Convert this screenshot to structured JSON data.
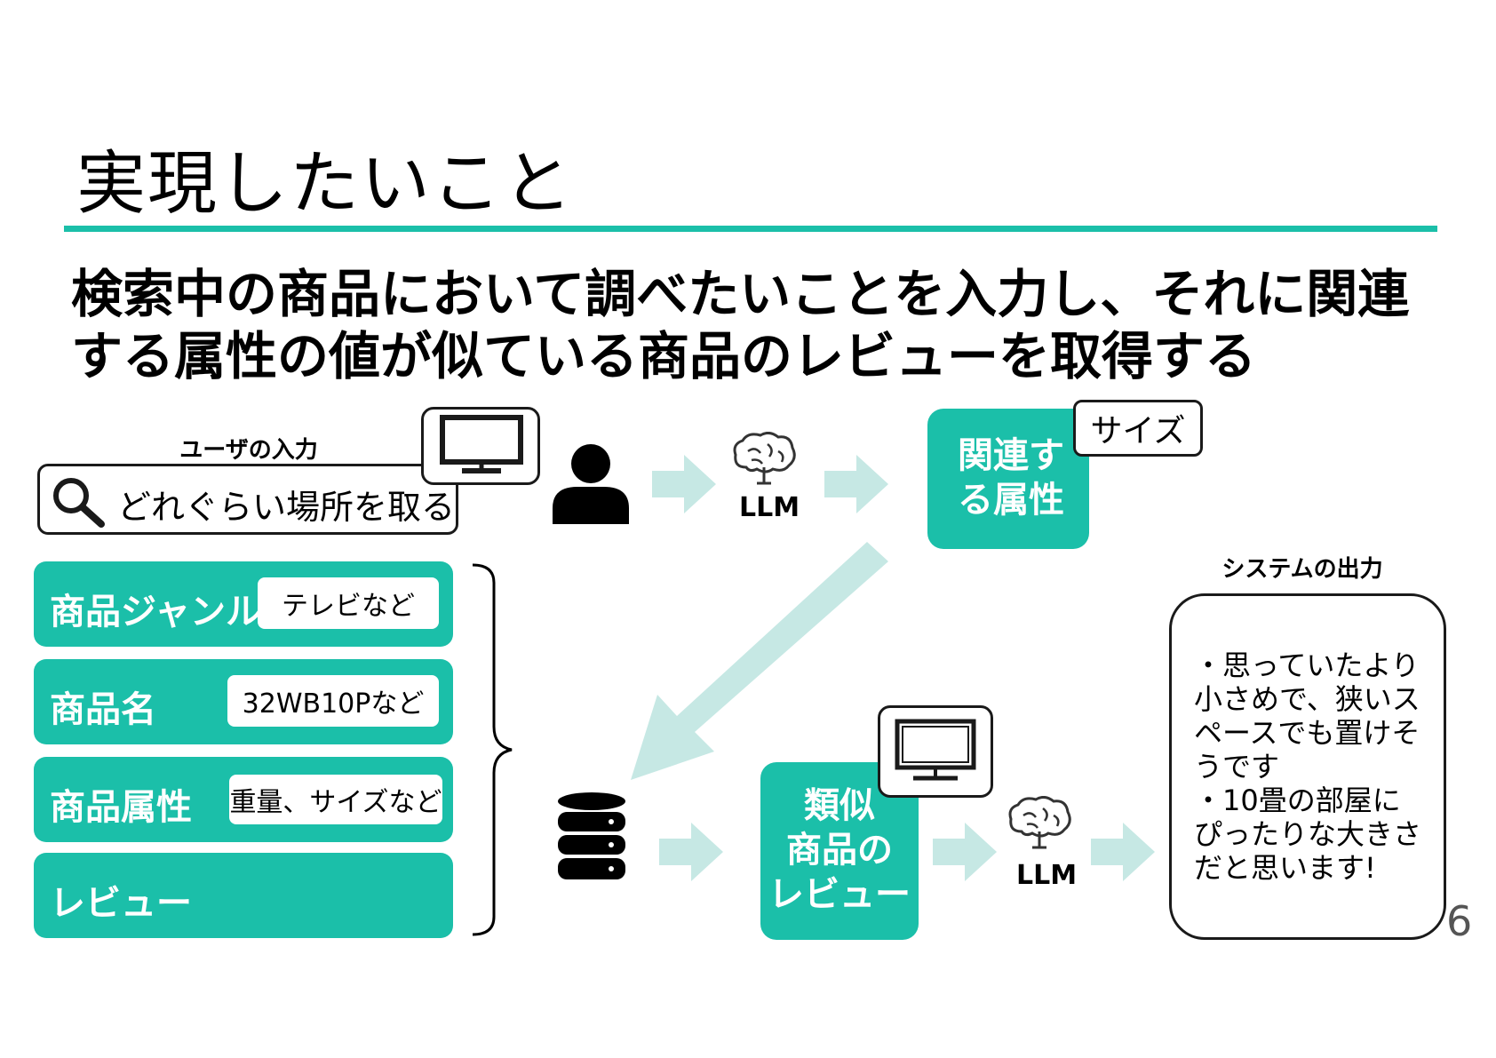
{
  "title": "実現したいこと",
  "subtitle": "検索中の商品において調べたいことを入力し、それに関連する属性の値が似ている商品のレビューを取得する",
  "user_input": {
    "label": "ユーザの入力",
    "query": "どれぐらい場所を取る"
  },
  "llm_label_1": "LLM",
  "llm_label_2": "LLM",
  "related_attribute": {
    "label": "関連する属性",
    "line1": "関連す",
    "line2": "る属性",
    "value": "サイズ"
  },
  "database": {
    "rows": [
      {
        "label": "商品ジャンル",
        "value": "テレビなど"
      },
      {
        "label": "商品名",
        "value": "32WB10Pなど"
      },
      {
        "label": "商品属性",
        "value": "重量、サイズなど"
      },
      {
        "label": "レビュー",
        "value": ""
      }
    ]
  },
  "similar_reviews": {
    "line1": "類似",
    "line2": "商品の",
    "line3": "レビュー"
  },
  "system_output": {
    "label": "システムの出力",
    "text": "・思っていたより\n小さめで、狭いス\nペースでも置けそ\nうです\n・10畳の部屋に\nぴったりな大きさ\nだと思います!"
  },
  "page_number": "6",
  "colors": {
    "accent": "#1bbfa9",
    "arrow": "#c6e8e4",
    "outline": "#1a1a1a"
  },
  "icons": [
    "search-icon",
    "monitor-icon",
    "user-icon",
    "brain-icon",
    "database-icon",
    "arrow-icon"
  ]
}
